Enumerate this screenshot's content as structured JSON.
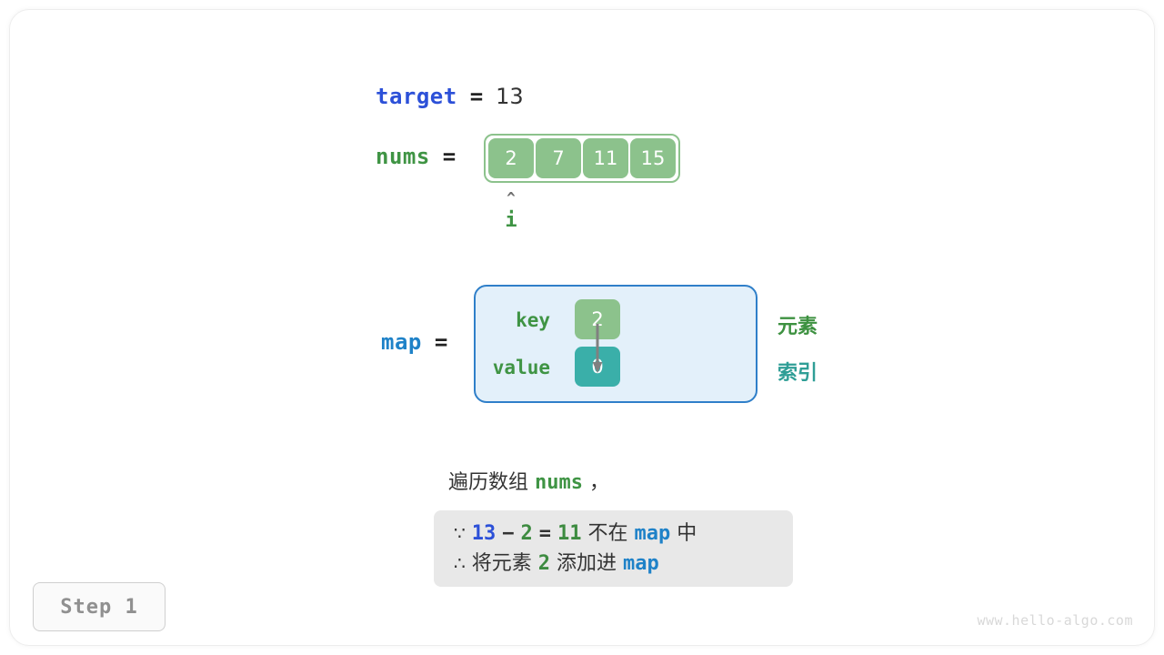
{
  "page": {
    "watermark": "www.hello-algo.com",
    "step_badge": "Step 1"
  },
  "colors": {
    "array_cell": "#8cc28c",
    "map_border": "#2f7fc9",
    "map_fill": "#e3f0fa",
    "value_cell": "#3aafa9",
    "var_green": "#3f9444",
    "var_blue": "#1f82c8",
    "num_blue": "#2c50d8",
    "note_bg": "#e8e8e8"
  },
  "target": {
    "name": "target",
    "equals": "=",
    "value": "13"
  },
  "nums": {
    "name": "nums",
    "equals": "=",
    "cells": [
      "2",
      "7",
      "11",
      "15"
    ],
    "pointer": {
      "caret": "^",
      "label": "i",
      "index": 0
    }
  },
  "map": {
    "name": "map",
    "equals": "=",
    "row_labels": {
      "key": "key",
      "value": "value"
    },
    "entries": [
      {
        "key": "2",
        "value": "0"
      }
    ],
    "side_labels": {
      "element": "元素",
      "index": "索引"
    },
    "arrow": "key-to-value-arrow"
  },
  "caption": {
    "line": {
      "prefix": "遍历数组 ",
      "code": "nums",
      "suffix": " ，"
    },
    "note": {
      "line1": {
        "because_symbol": "∵",
        "a": "13",
        "minus": "−",
        "b": "2",
        "eq": "=",
        "c": "11",
        "text_mid": " 不在 ",
        "code": "map",
        "text_end": " 中"
      },
      "line2": {
        "therefore_symbol": "∴",
        "text_start": " 将元素 ",
        "n": "2",
        "text_mid": " 添加进 ",
        "code": "map"
      }
    }
  }
}
